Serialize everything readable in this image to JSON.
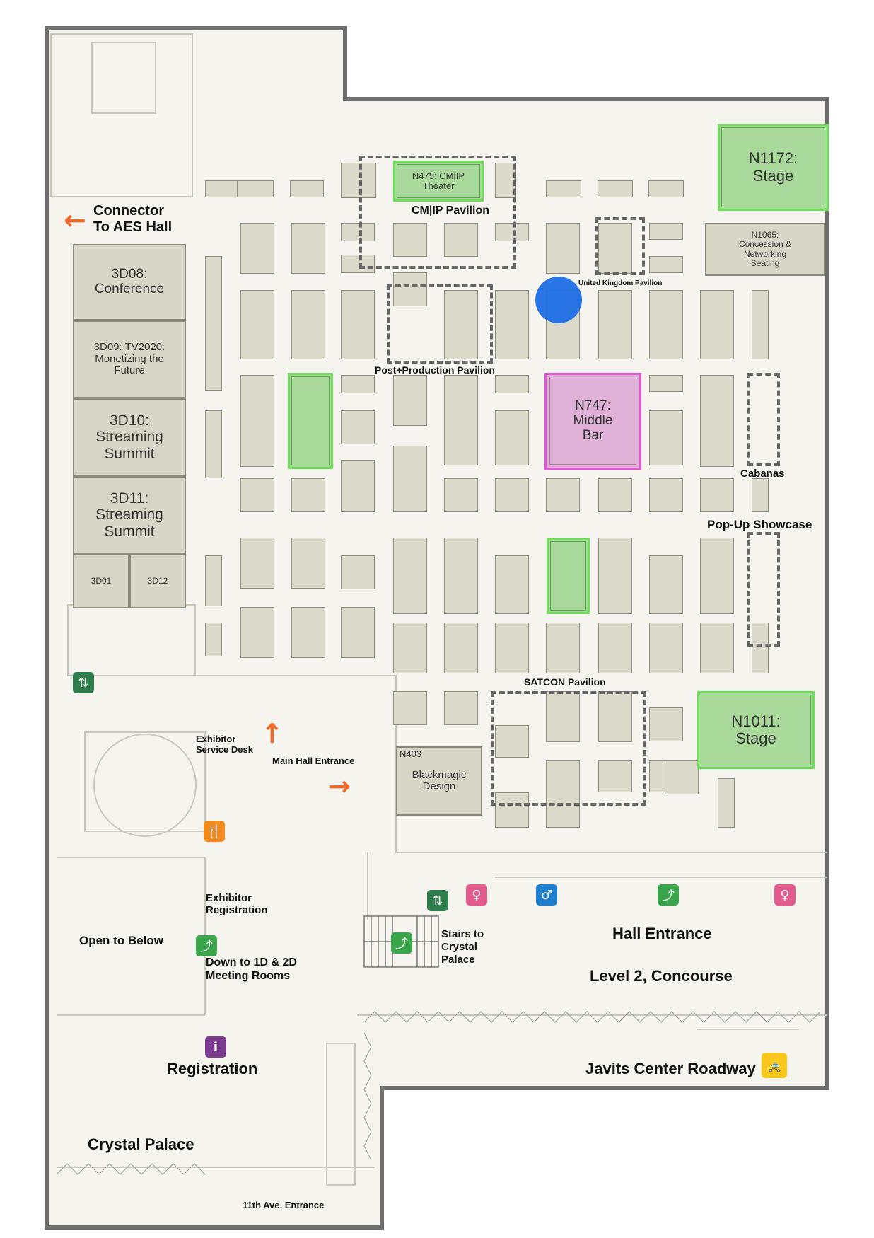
{
  "colors": {
    "floor": "#f5f4ee",
    "wall": "#6e6e6e",
    "booth": "#dcdacb",
    "stage_fill": "#a8d99a",
    "stage_border": "#6fdc5c",
    "bar_fill": "#dfb1d6",
    "bar_border": "#e455d6",
    "location_dot": "#1f6fe5",
    "arrow": "#f26a2a"
  },
  "rooms": {
    "conference": "3D08: Conference",
    "tv2020": "3D09: TV2020: Monetizing the Future",
    "streaming_1": "3D10: Streaming Summit",
    "streaming_2": "3D11: Streaming Summit",
    "small_1": "3D01",
    "small_2": "3D12"
  },
  "booths": {
    "cmip_theater": "N475: CM|IP Theater",
    "stage_north": "N1172: Stage",
    "concession": "N1065: Concession & Networking Seating",
    "middle_bar": "N747: Middle Bar",
    "stage_south": "N1011: Stage",
    "blackmagic_number": "N403",
    "blackmagic_name": "Blackmagic Design"
  },
  "pavilions": {
    "cmip": "CM|IP Pavilion",
    "uk": "United Kingdom Pavilion",
    "post_production": "Post+Production Pavilion",
    "cabanas": "Cabanas",
    "popup": "Pop-Up Showcase",
    "satcon": "SATCON Pavilion"
  },
  "labels": {
    "connector": "Connector To AES Hall",
    "exhibitor_service": "Exhibitor Service Desk",
    "main_hall_entrance": "Main Hall Entrance",
    "exhibitor_registration": "Exhibitor Registration",
    "open_to_below": "Open to Below",
    "down_to_rooms": "Down to 1D & 2D Meeting Rooms",
    "stairs": "Stairs to Crystal Palace",
    "hall_entrance": "Hall Entrance",
    "level": "Level 2, Concourse",
    "registration": "Registration",
    "roadway": "Javits Center Roadway",
    "crystal_palace": "Crystal Palace",
    "eleventh_ave": "11th Ave. Entrance"
  },
  "icons": {
    "elevator": "elevator-icon",
    "restaurant": "restaurant-icon",
    "restroom_women": "restroom-women-icon",
    "restroom_men": "restroom-men-icon",
    "escalator": "escalator-icon",
    "info": "info-icon",
    "taxi": "taxi-icon"
  }
}
